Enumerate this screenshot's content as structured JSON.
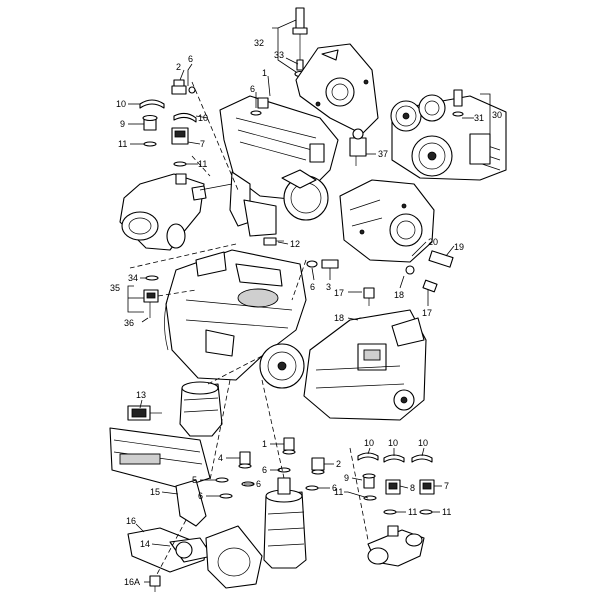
{
  "callouts": [
    {
      "id": "c32",
      "text": "32"
    },
    {
      "id": "c33",
      "text": "33"
    },
    {
      "id": "c1a",
      "text": "1"
    },
    {
      "id": "c2a",
      "text": "2"
    },
    {
      "id": "c6a",
      "text": "6"
    },
    {
      "id": "c6b",
      "text": "6"
    },
    {
      "id": "c10a",
      "text": "10"
    },
    {
      "id": "c10b",
      "text": "10"
    },
    {
      "id": "c9a",
      "text": "9"
    },
    {
      "id": "c7a",
      "text": "7"
    },
    {
      "id": "c11a",
      "text": "11"
    },
    {
      "id": "c11b",
      "text": "11"
    },
    {
      "id": "c37",
      "text": "37"
    },
    {
      "id": "c30",
      "text": "30"
    },
    {
      "id": "c31",
      "text": "31"
    },
    {
      "id": "c12",
      "text": "12"
    },
    {
      "id": "c20",
      "text": "20"
    },
    {
      "id": "c19",
      "text": "19"
    },
    {
      "id": "c34",
      "text": "34"
    },
    {
      "id": "c35",
      "text": "35"
    },
    {
      "id": "c36",
      "text": "36"
    },
    {
      "id": "c6c",
      "text": "6"
    },
    {
      "id": "c3",
      "text": "3"
    },
    {
      "id": "c17a",
      "text": "17"
    },
    {
      "id": "c18a",
      "text": "18"
    },
    {
      "id": "c17b",
      "text": "17"
    },
    {
      "id": "c18b",
      "text": "18"
    },
    {
      "id": "c13",
      "text": "13"
    },
    {
      "id": "c1b",
      "text": "1"
    },
    {
      "id": "c4",
      "text": "4"
    },
    {
      "id": "c6d",
      "text": "6"
    },
    {
      "id": "c5",
      "text": "5"
    },
    {
      "id": "c6e",
      "text": "6"
    },
    {
      "id": "c6f",
      "text": "6"
    },
    {
      "id": "c2b",
      "text": "2"
    },
    {
      "id": "c6g",
      "text": "6"
    },
    {
      "id": "c15",
      "text": "15"
    },
    {
      "id": "c16",
      "text": "16"
    },
    {
      "id": "c14",
      "text": "14"
    },
    {
      "id": "c16a",
      "text": "16A"
    },
    {
      "id": "c10c",
      "text": "10"
    },
    {
      "id": "c10d",
      "text": "10"
    },
    {
      "id": "c10e",
      "text": "10"
    },
    {
      "id": "c9b",
      "text": "9"
    },
    {
      "id": "c8",
      "text": "8"
    },
    {
      "id": "c7b",
      "text": "7"
    },
    {
      "id": "c11c",
      "text": "11"
    },
    {
      "id": "c11d",
      "text": "11"
    },
    {
      "id": "c11e",
      "text": "11"
    }
  ]
}
